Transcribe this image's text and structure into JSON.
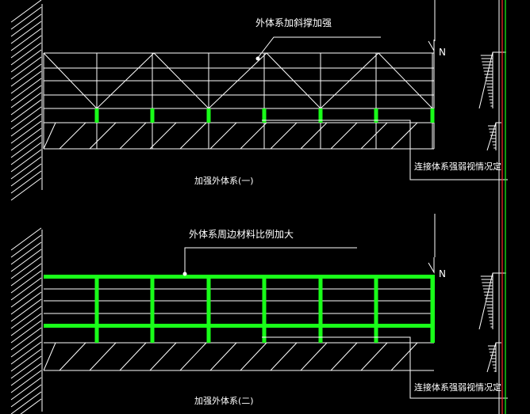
{
  "diagram": {
    "top_panel": {
      "annotation": "外体系加斜撑加强",
      "caption": "加强外体系(一)",
      "side_note": "连接体系强弱视情况定",
      "north_mark": "N"
    },
    "bottom_panel": {
      "annotation": "外体系周边材料比例加大",
      "caption": "加强外体系(二)",
      "side_note": "连接体系强弱视情况定",
      "north_mark": "N"
    },
    "colors": {
      "background": "#000000",
      "line": "#ffffff",
      "highlight": "#19ff19",
      "rail_red": "#ff2a2a",
      "rail_green": "#19ff19"
    }
  }
}
